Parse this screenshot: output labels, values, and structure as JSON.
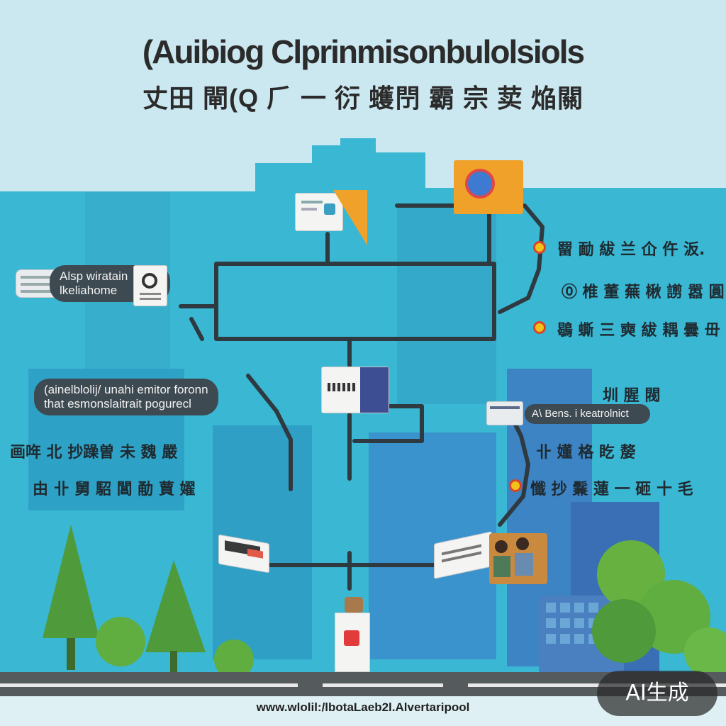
{
  "header": {
    "title_en": "(Auibiog Clprinmisonbulolsiols",
    "title_cjk": "丈田 閘(Q ⺁ 一 衍 蠖閅 霸 宗 荬 焔關"
  },
  "left_labels": {
    "pill_1": [
      "Alsp wiratain",
      "lkeliahome"
    ],
    "pill_2": [
      "(ainelblolij/ unahi  emitor foronn",
      "that esmonslaitrait  pogurecl"
    ],
    "cjk_1": "画哖 北 抄躁曽 未 魏 嚴",
    "cjk_2": "由 卝 舅 駋 閶 勈 蕒 嬥"
  },
  "right_labels": {
    "cjk_1": "罶 勔 紱 兰 仚 仵 汳.",
    "cjk_2": "⓪ 椎 董 蕪 楸 謭 嚣 圓",
    "cjk_3": "鶡 蟖 三 奭 紱 耦 曇 毌",
    "cjk_4": "圳 腥 閥",
    "pill": "A\\ Bens. i keatrolnict",
    "cjk_5": "卝 嬞 格 盵 嫠",
    "cjk_6": "懺 抄 鬑 蓮 一 砸 十 毛"
  },
  "footer": {
    "url_text": "www.wlolil:/lbotaLaeb2l.Alvertaripool"
  },
  "watermark": {
    "text": "AI生成"
  },
  "colors": {
    "sky": "#c9e6ef",
    "water": "#36b6d2",
    "line": "#2f3a40",
    "road": "#555a5d",
    "tree": "#4f9a3a",
    "accent_orange": "#f0a12a",
    "dot_fill": "#f2c21b",
    "dot_ring": "#d8452a"
  }
}
